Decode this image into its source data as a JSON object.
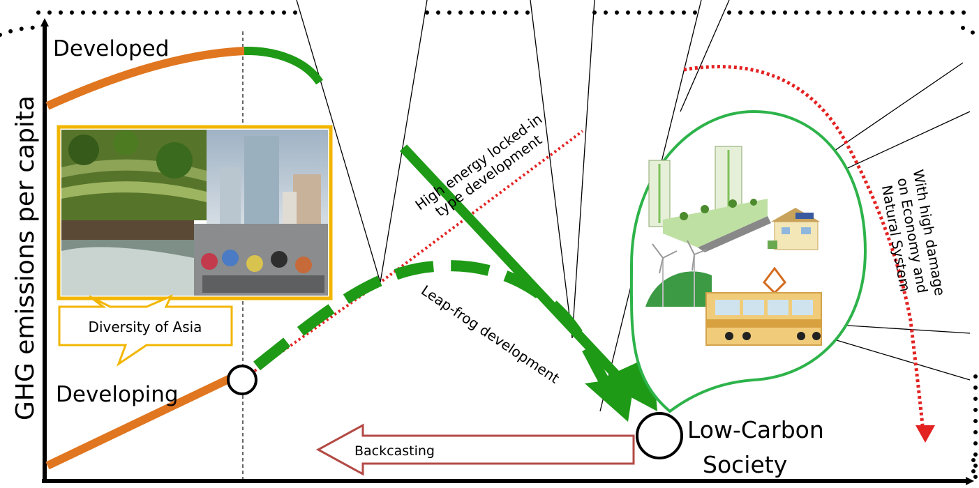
{
  "axis": {
    "y_label": "GHG emissions per capita"
  },
  "labels": {
    "developed": "Developed",
    "developing": "Developing",
    "locked_in_line1": "High energy locked-in",
    "locked_in_line2": "type development",
    "leapfrog": "Leap-frog development",
    "high_damage_line1": "With high damage",
    "high_damage_line2": "on Economy and",
    "high_damage_line3": "Natural System",
    "low_carbon_line1": "Low-Carbon",
    "low_carbon_line2": "Society",
    "backcasting": "Backcasting",
    "diversity": "Diversity of Asia"
  },
  "colors": {
    "orange_path": "#e0761f",
    "green_path": "#1e9a16",
    "red_dotted": "#e32222",
    "bubble_outline_orange": "#f2b600",
    "bubble_outline_green": "#2db34a",
    "backcasting_arrow": "#b34a45"
  },
  "images": [
    {
      "name": "rice-terraces-photo"
    },
    {
      "name": "skyscrapers-photo"
    },
    {
      "name": "river-village-photo"
    },
    {
      "name": "motorbike-traffic-photo"
    },
    {
      "name": "green-city-illustration"
    },
    {
      "name": "solar-house-illustration"
    },
    {
      "name": "wind-turbines-illustration"
    },
    {
      "name": "tram-illustration"
    }
  ]
}
